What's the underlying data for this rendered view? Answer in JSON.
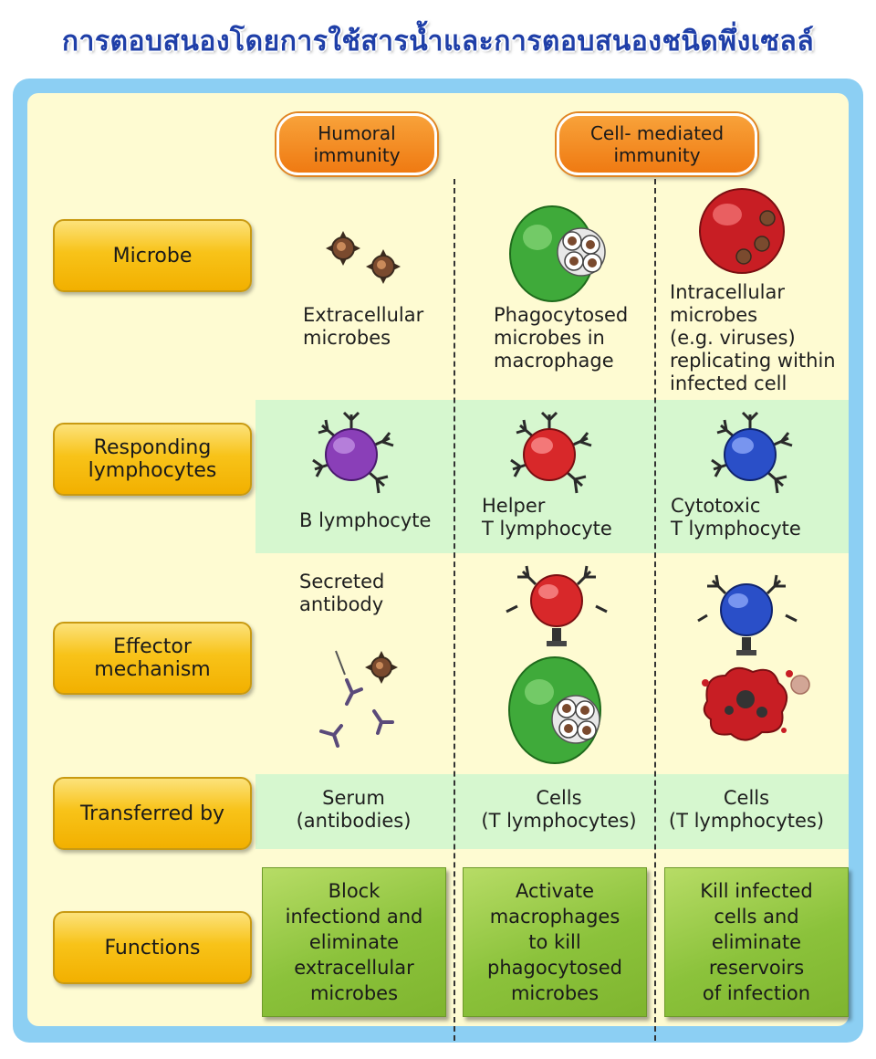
{
  "title": "การตอบสนองโดยการใช้สารน้ำและการตอบสนองชนิดพึ่งเซลล์",
  "columns": {
    "humoral": "Humoral\nimmunity",
    "cell_mediated": "Cell- mediated\nimmunity"
  },
  "rows": {
    "microbe": "Microbe",
    "responding": "Responding\nlymphocytes",
    "effector": "Effector\nmechanism",
    "transferred": "Transferred by",
    "functions": "Functions"
  },
  "microbe_text": {
    "humoral": "Extracellular\nmicrobes",
    "helper": "Phagocytosed\nmicrobes in\nmacrophage",
    "cytotoxic": "Intracellular\nmicrobes\n(e.g. viruses)\nreplicating within\ninfected cell"
  },
  "lymphocyte_text": {
    "humoral": "B lymphocyte",
    "helper": "Helper\nT lymphocyte",
    "cytotoxic": "Cytotoxic\nT lymphocyte"
  },
  "effector_text": {
    "humoral": "Secreted\nantibody"
  },
  "transferred_text": {
    "humoral": "Serum\n(antibodies)",
    "helper": "Cells\n(T lymphocytes)",
    "cytotoxic": "Cells\n(T lymphocytes)"
  },
  "functions_text": {
    "humoral": "Block\ninfectiond and\neliminate\nextracellular\nmicrobes",
    "helper": "Activate\nmacrophages\nto kill\nphagocytosed\nmicrobes",
    "cytotoxic": "Kill infected\ncells and\neliminate\nreservoirs\nof infection"
  },
  "colors": {
    "title": "#1f3fa8",
    "frame": "#8ccff3",
    "panel": "#fefbd2",
    "band": "#d6f7cf",
    "header": "#ef7a12",
    "row_label": "#f8c319",
    "function_box": "#8bc23b",
    "b_cell": "#8a3fb8",
    "helper_t": "#d8282a",
    "cytotoxic_t": "#2a4fc8",
    "macrophage": "#3faa3a",
    "microbe": "#7a4a2e"
  }
}
